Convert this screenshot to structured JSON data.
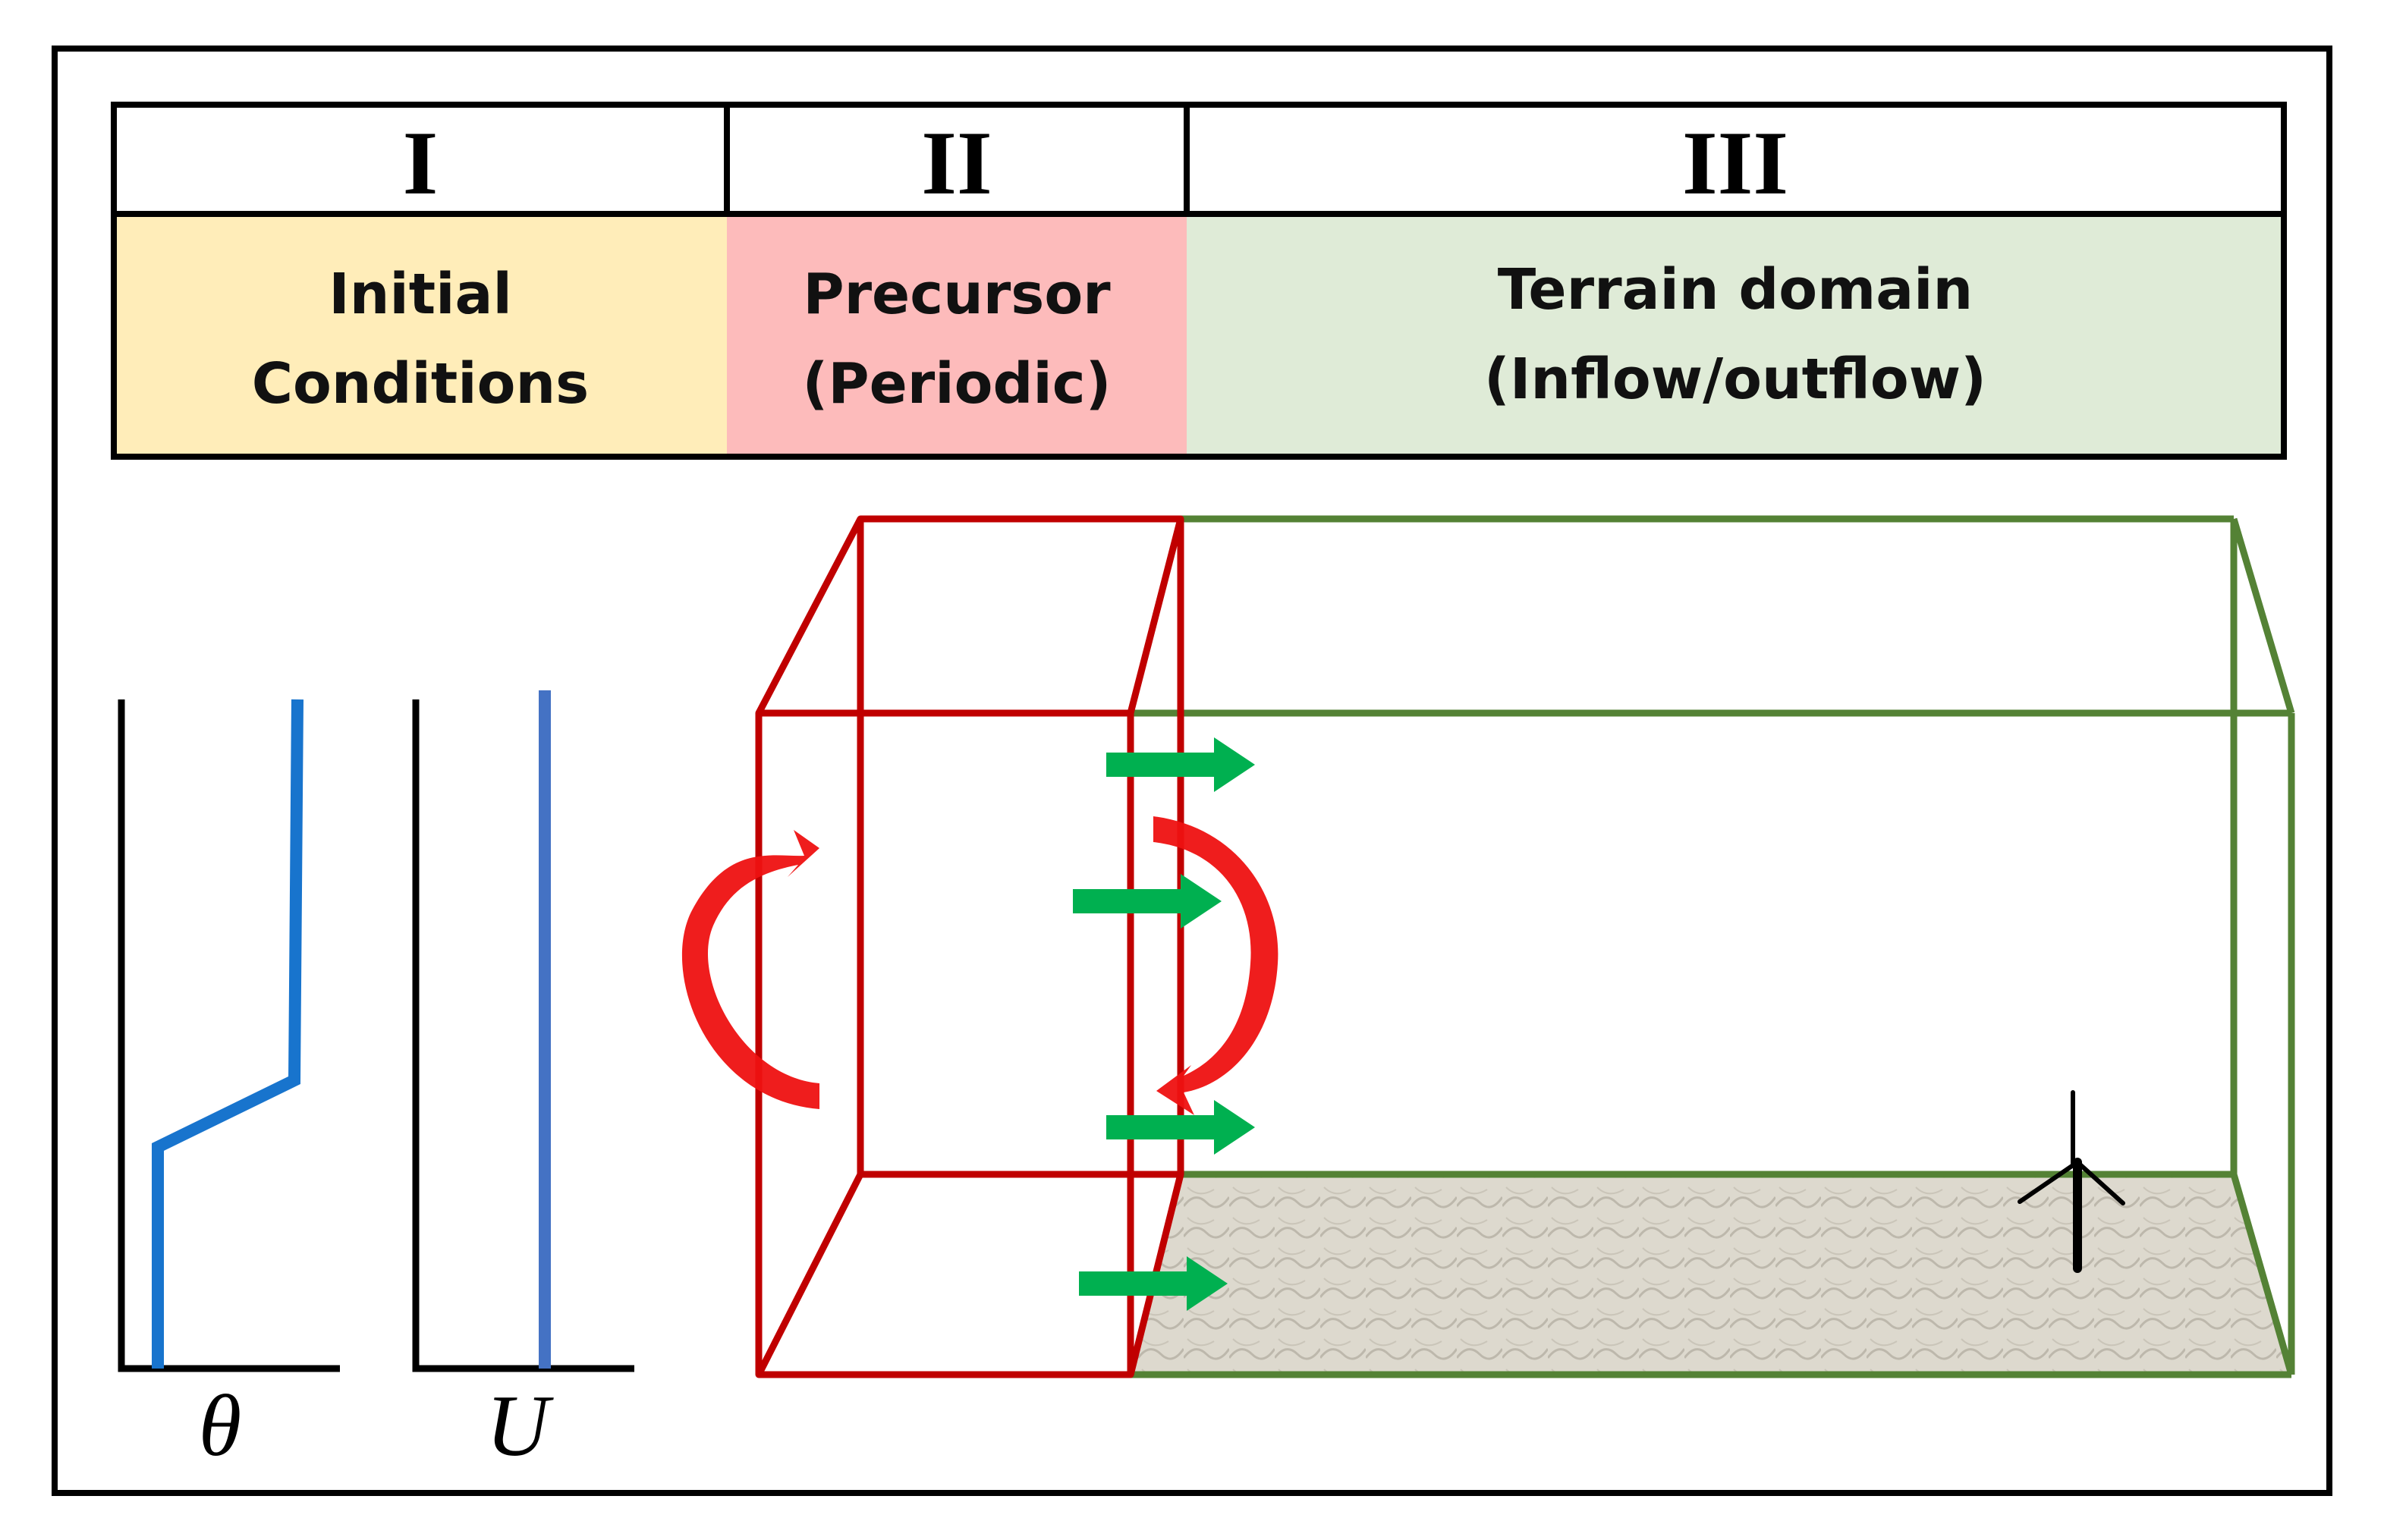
{
  "header": {
    "stages": [
      {
        "numeral": "I",
        "label_lines": [
          "Initial",
          "Conditions"
        ],
        "color": "#FFEDB9"
      },
      {
        "numeral": "II",
        "label_lines": [
          "Precursor",
          "(Periodic)"
        ],
        "color": "#FDBBBB"
      },
      {
        "numeral": "III",
        "label_lines": [
          "Terrain domain",
          "(Inflow/outflow)"
        ],
        "color": "#DFEBD7"
      }
    ]
  },
  "profiles": {
    "theta_label": "θ",
    "u_label": "U",
    "line_color": "#1874CD",
    "u_line_color": "#4472C4"
  },
  "domain": {
    "precursor_color": "#C00000",
    "terrain_color": "#548235",
    "inflow_arrow_color": "#00B050",
    "periodic_arrow_color": "#EE1111",
    "terrain_fill": "#DDD9CE"
  }
}
